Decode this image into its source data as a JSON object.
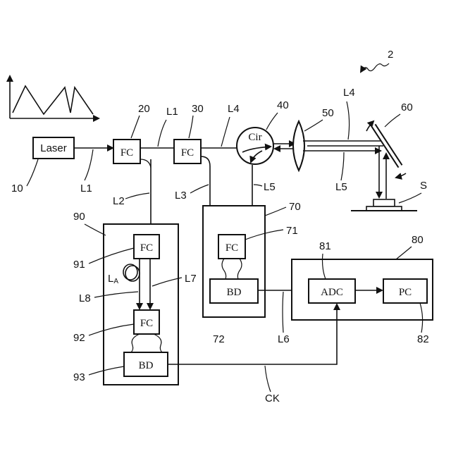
{
  "figure_ref": "2",
  "blocks": {
    "laser": "Laser",
    "fc20": "FC",
    "fc30": "FC",
    "cir": "Cir",
    "fc71": "FC",
    "bd72": "BD",
    "fc91": "FC",
    "fc92": "FC",
    "bd93": "BD",
    "adc": "ADC",
    "pc": "PC"
  },
  "signals": {
    "l1_a": "L1",
    "l1_b": "L1",
    "l2": "L2",
    "l3": "L3",
    "l4_a": "L4",
    "l4_b": "L4",
    "l5_a": "L5",
    "l5_b": "L5",
    "l6": "L6",
    "l7": "L7",
    "l8": "L8",
    "la_main": "L",
    "la_sub": "A",
    "ck": "CK",
    "sample": "S"
  },
  "refs": {
    "r10": "10",
    "r20": "20",
    "r30": "30",
    "r40": "40",
    "r50": "50",
    "r60": "60",
    "r70": "70",
    "r71": "71",
    "r72": "72",
    "r80": "80",
    "r81": "81",
    "r82": "82",
    "r90": "90",
    "r91": "91",
    "r92": "92",
    "r93": "93"
  }
}
